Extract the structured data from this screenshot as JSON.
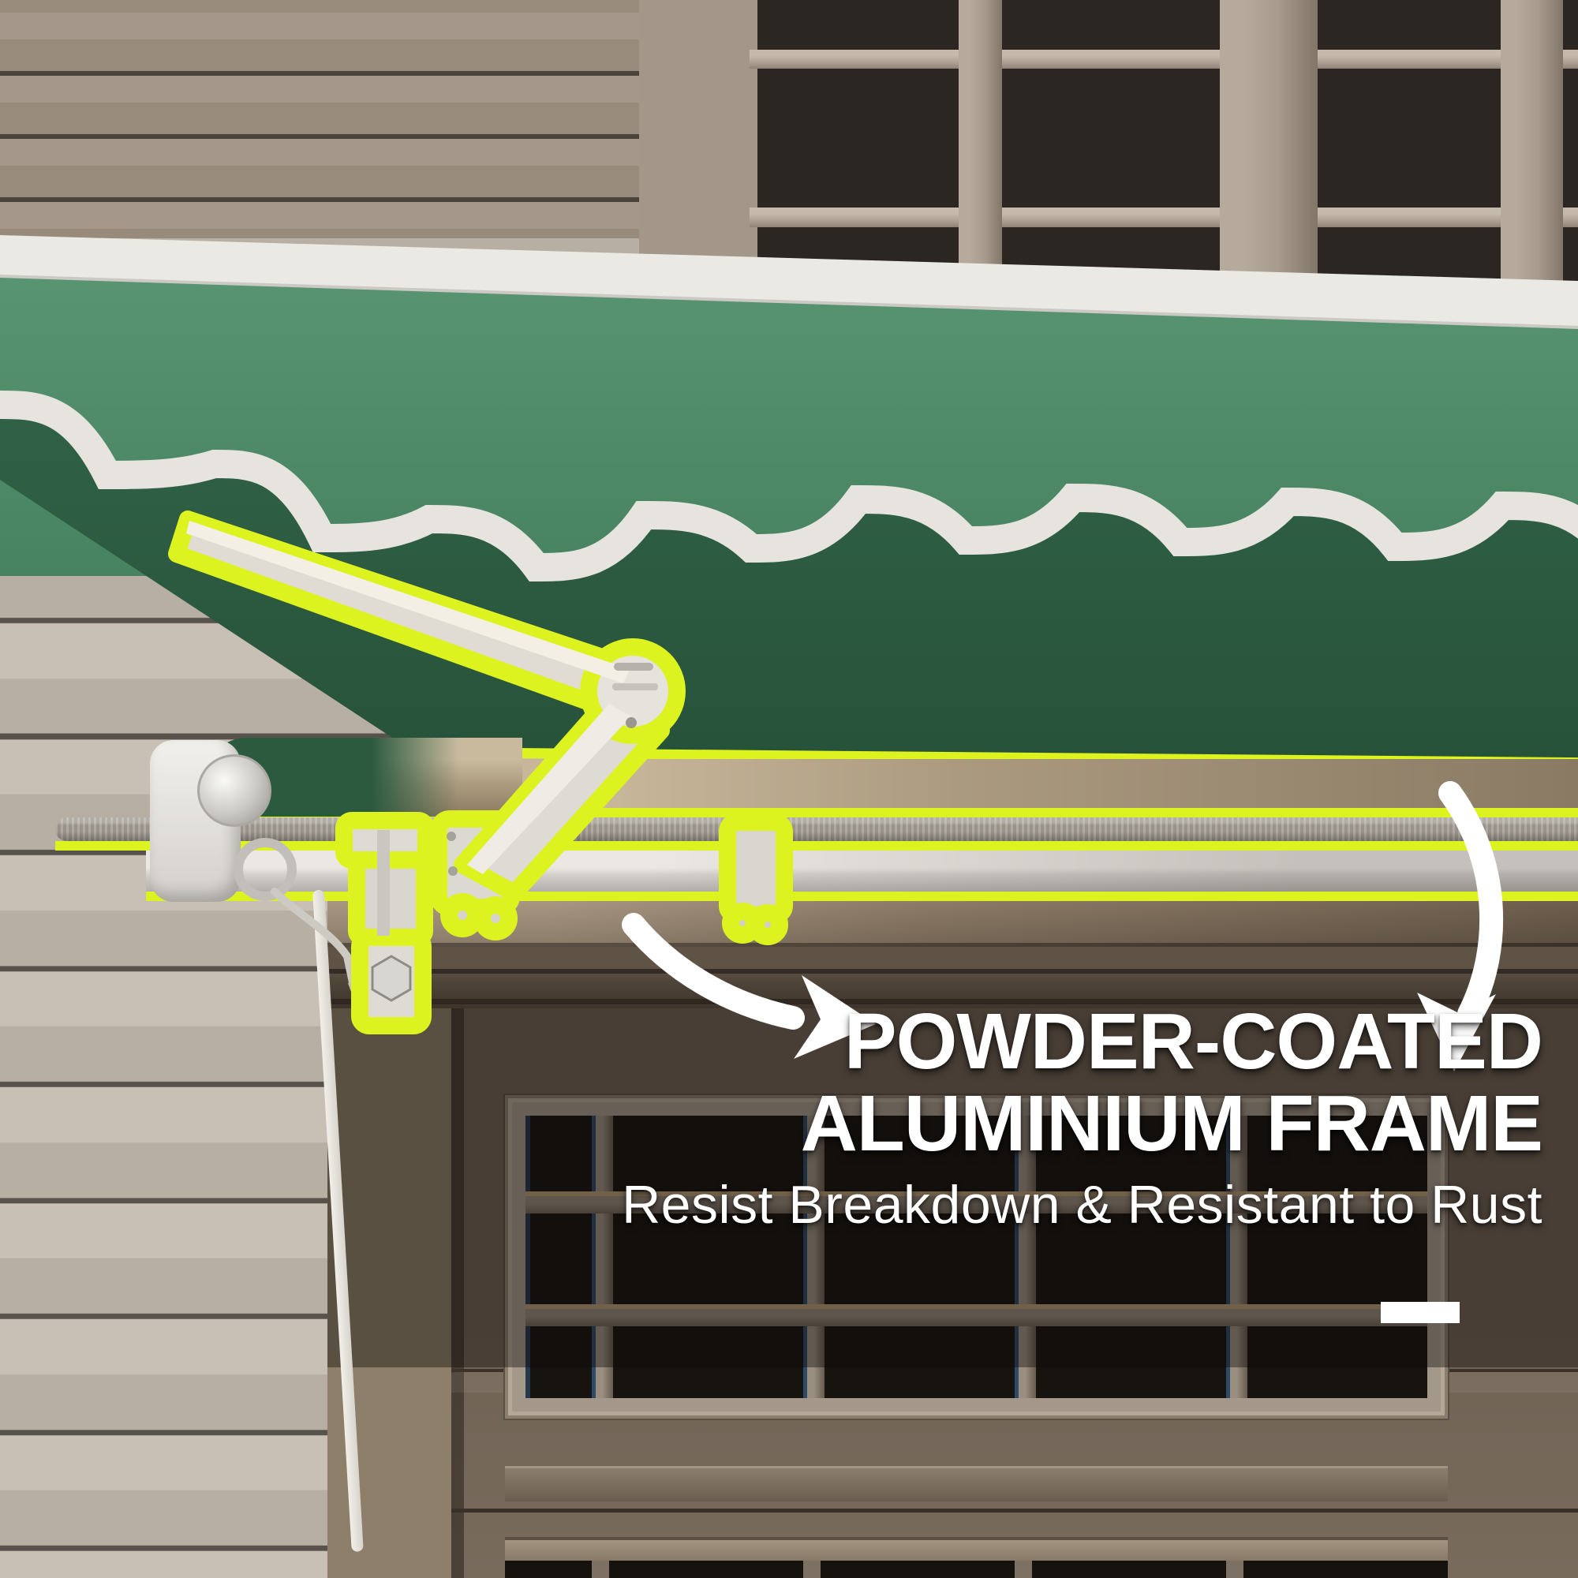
{
  "annotation": {
    "heading_line1": "POWDER-COATED",
    "heading_line2": "ALUMINIUM FRAME",
    "subtitle": "Resist Breakdown & Resistant to Rust"
  },
  "icons": {
    "left_arrow": "curved-arrow-pointing-right-icon",
    "right_arrow": "curved-arrow-pointing-down-icon"
  },
  "colors": {
    "highlight_outline": "#ddf320",
    "awning_green_top": "#55916f",
    "awning_green_valance": "#2c5a40",
    "valance_wave_trim": "#e7e4df",
    "frame_white": "#e6e3dd",
    "annotation_text": "#ffffff"
  }
}
